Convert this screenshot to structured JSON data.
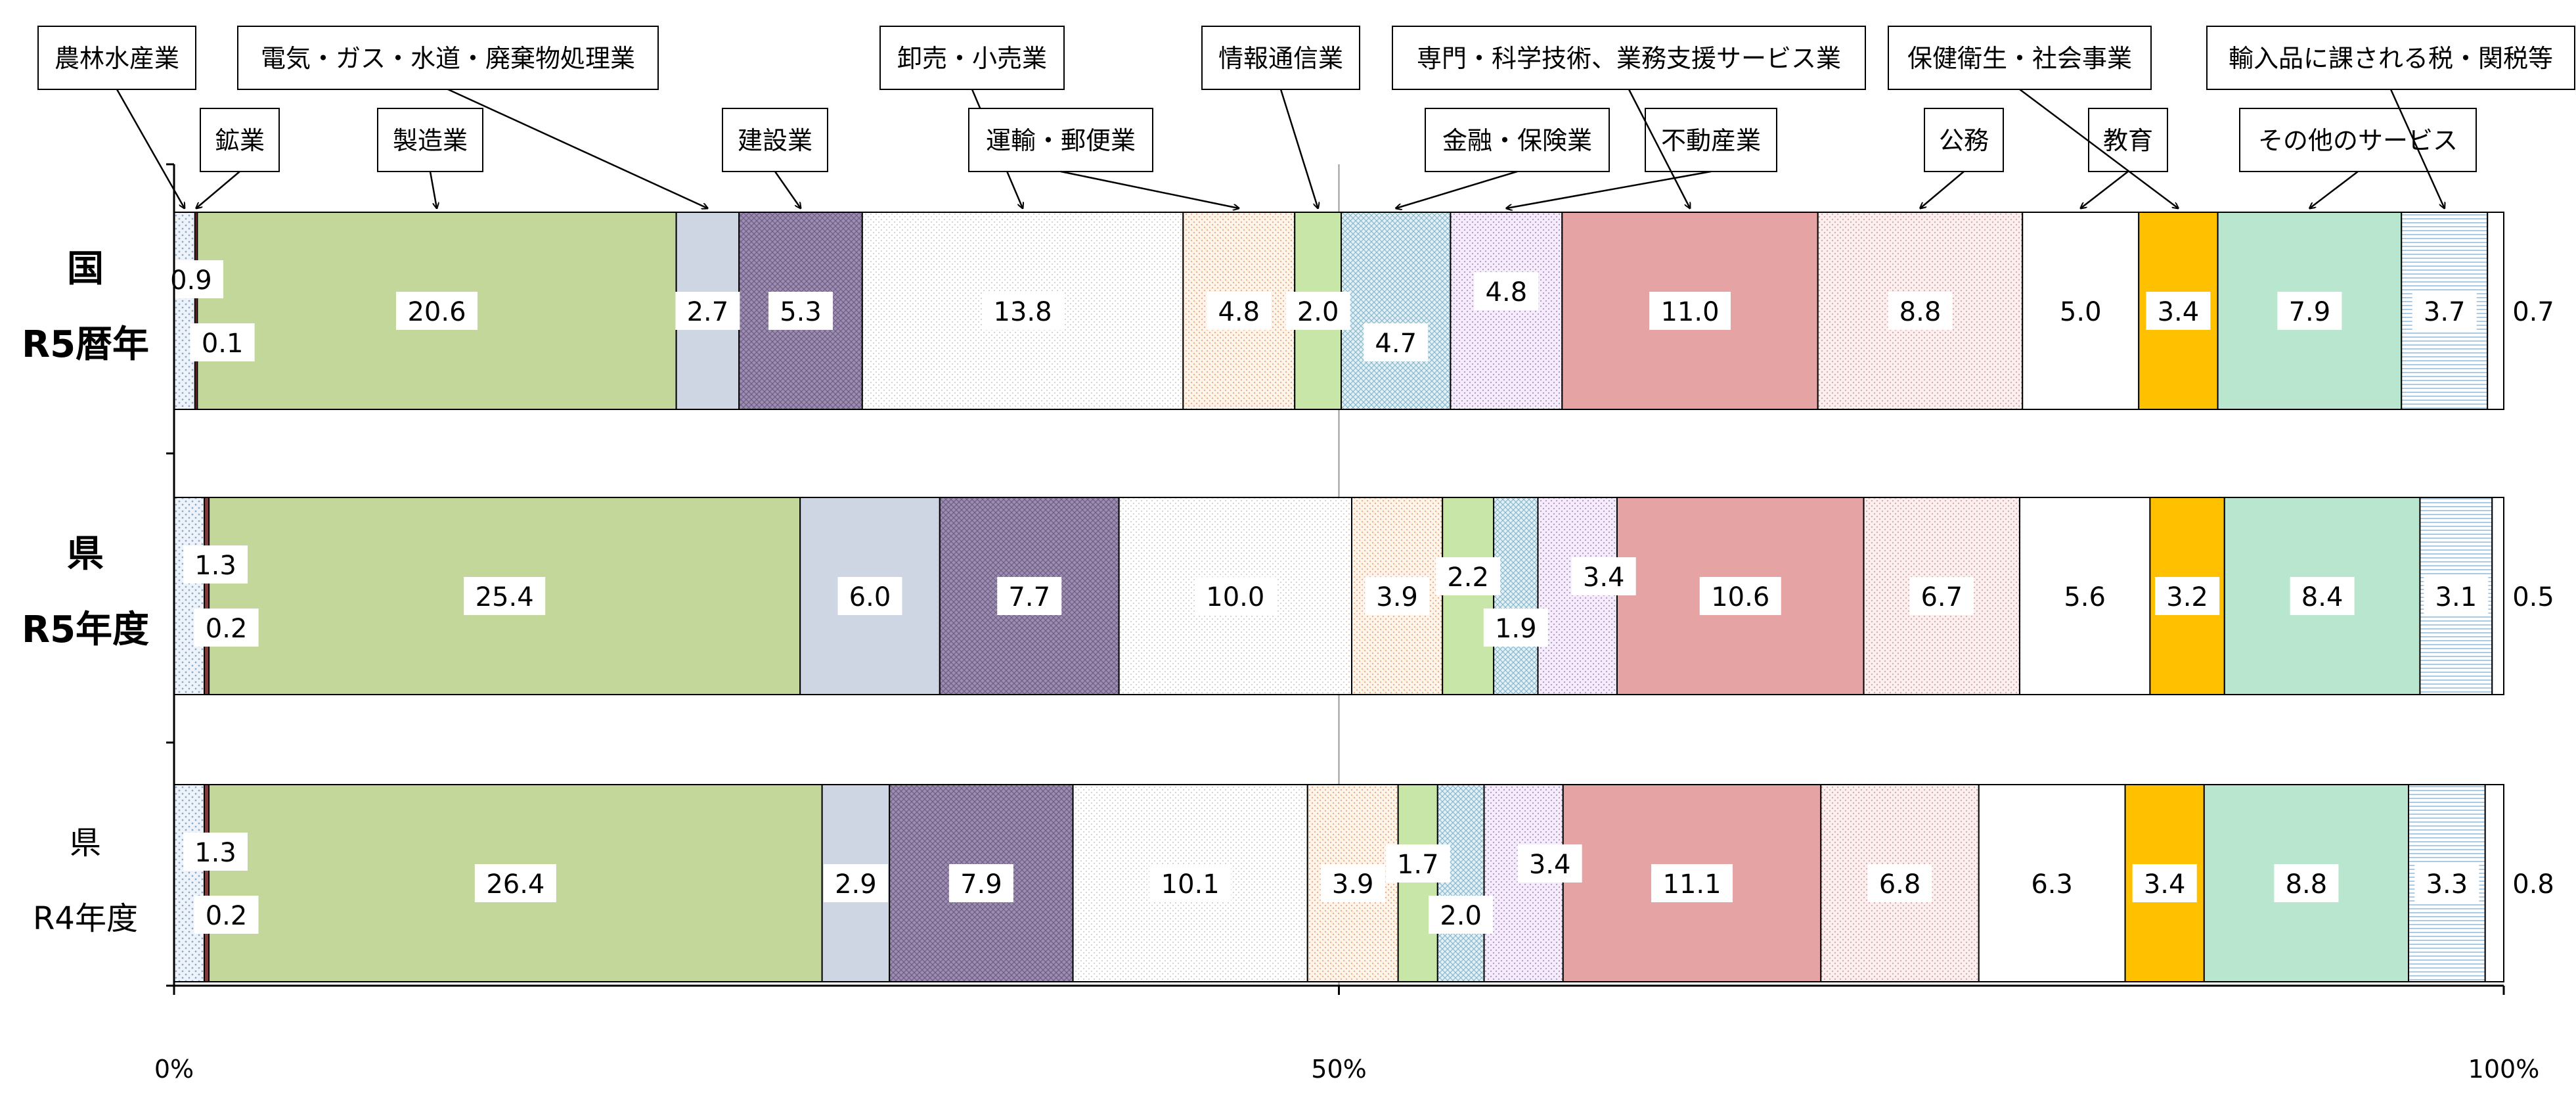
{
  "chart_data": {
    "type": "bar",
    "orientation": "horizontal",
    "stacked": "percent",
    "title": "",
    "xlabel": "",
    "ylabel": "",
    "xlim": [
      0,
      100
    ],
    "xticks": [
      "0%",
      "50%",
      "100%"
    ],
    "legend": "callouts-top",
    "categories": [
      "国\nR5暦年",
      "県\nR5年度",
      "県\nR4年度"
    ],
    "series": [
      {
        "name": "農林水産業",
        "values": [
          0.9,
          1.3,
          1.3
        ],
        "color": "#dce6f2",
        "pattern": "dots"
      },
      {
        "name": "鉱業",
        "values": [
          0.1,
          0.2,
          0.2
        ],
        "color": "#7f3f3f",
        "pattern": "solid"
      },
      {
        "name": "製造業",
        "values": [
          20.6,
          25.4,
          26.4
        ],
        "color": "#c4d79b",
        "pattern": "solid"
      },
      {
        "name": "電気・ガス・水道・廃棄物処理業",
        "values": [
          2.7,
          6.0,
          2.9
        ],
        "color": "#cdd6e2",
        "pattern": "solid"
      },
      {
        "name": "建設業",
        "values": [
          5.3,
          7.7,
          7.9
        ],
        "color": "#a79ab8",
        "pattern": "crosshatch"
      },
      {
        "name": "卸売・小売業",
        "values": [
          13.8,
          10.0,
          10.1
        ],
        "color": "#ffffff",
        "pattern": "finedots"
      },
      {
        "name": "運輸・郵便業",
        "values": [
          4.8,
          3.9,
          3.9
        ],
        "color": "#fde9d9",
        "pattern": "dotted-orange"
      },
      {
        "name": "情報通信業",
        "values": [
          2.0,
          2.2,
          1.7
        ],
        "color": "#c8e6a8",
        "pattern": "solid"
      },
      {
        "name": "金融・保険業",
        "values": [
          4.7,
          1.9,
          2.0
        ],
        "color": "#dbeef3",
        "pattern": "crosshatch-teal"
      },
      {
        "name": "不動産業",
        "values": [
          4.8,
          3.4,
          3.4
        ],
        "color": "#efe4f5",
        "pattern": "dots-purple"
      },
      {
        "name": "専門・科学技術、業務支援サービス業",
        "values": [
          11.0,
          10.6,
          11.1
        ],
        "color": "#e6a3a3",
        "pattern": "solid"
      },
      {
        "name": "公務",
        "values": [
          8.8,
          6.7,
          6.8
        ],
        "color": "#f6e4e4",
        "pattern": "dots-pink"
      },
      {
        "name": "教育",
        "values": [
          5.0,
          5.6,
          6.3
        ],
        "color": "#ffffff",
        "pattern": "solid"
      },
      {
        "name": "保健衛生・社会事業",
        "values": [
          3.4,
          3.2,
          3.4
        ],
        "color": "#ffc000",
        "pattern": "solid"
      },
      {
        "name": "その他のサービス",
        "values": [
          7.9,
          8.4,
          8.8
        ],
        "color": "#b9e6cf",
        "pattern": "solid"
      },
      {
        "name": "輸入品に課される税・関税等",
        "values": [
          3.7,
          3.1,
          3.3
        ],
        "color": "#e4f0f8",
        "pattern": "hlines"
      },
      {
        "name": "",
        "values": [
          0.7,
          0.5,
          0.8
        ],
        "color": "#ffffff",
        "pattern": "solid"
      }
    ]
  }
}
